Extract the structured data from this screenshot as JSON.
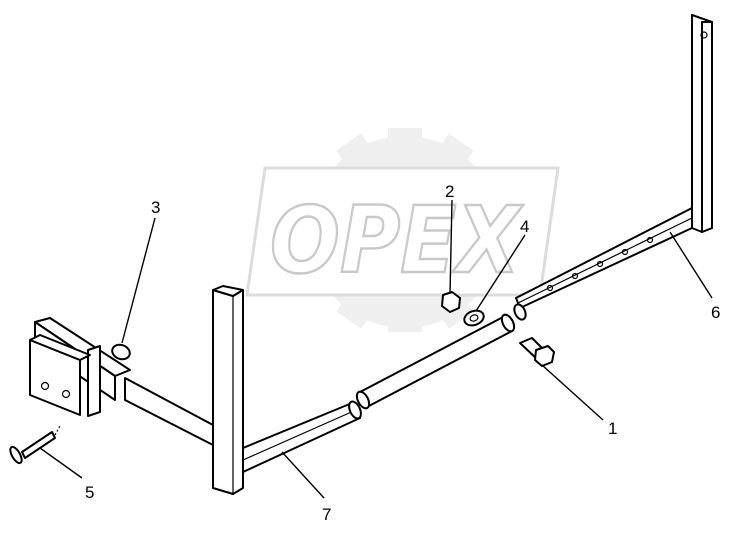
{
  "watermark": {
    "text": "OPEX",
    "color": "#d0d0d0"
  },
  "callouts": [
    {
      "id": "1",
      "label": "1"
    },
    {
      "id": "2",
      "label": "2"
    },
    {
      "id": "3",
      "label": "3"
    },
    {
      "id": "4",
      "label": "4"
    },
    {
      "id": "5",
      "label": "5"
    },
    {
      "id": "6",
      "label": "6"
    },
    {
      "id": "7",
      "label": "7"
    }
  ]
}
